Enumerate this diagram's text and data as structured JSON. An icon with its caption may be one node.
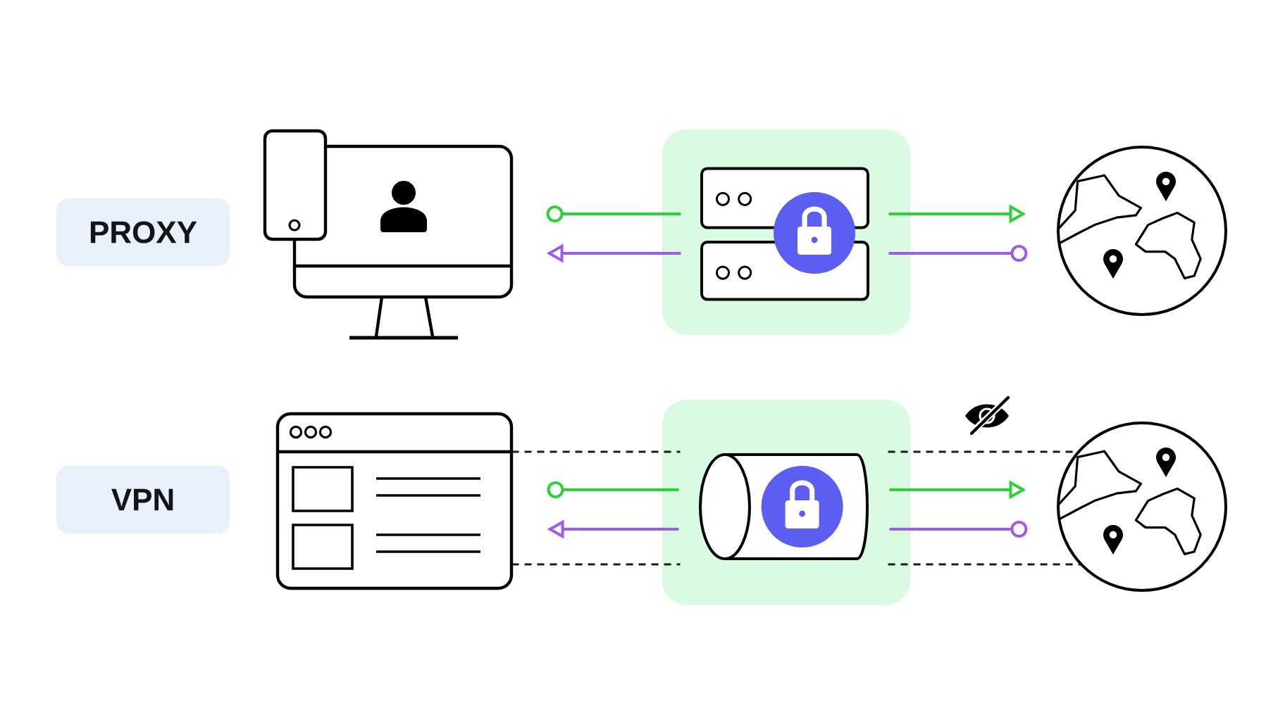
{
  "diagram": {
    "nodes": [
      {
        "text": [
          "PROXY"
        ]
      },
      {
        "text": [],
        "shape": "picture"
      },
      {
        "text": [],
        "shape": "box"
      },
      {
        "text": [],
        "shape": "picture",
        "in": 2
      },
      {
        "text": [],
        "shape": "picture"
      },
      {
        "text": [
          "VPN"
        ]
      },
      {
        "text": [],
        "shape": "picture"
      },
      {
        "text": [],
        "shape": "box"
      },
      {
        "text": [],
        "shape": "cylinder",
        "in": 7
      },
      {
        "text": [],
        "shape": "picture"
      }
    ],
    "edges": [
      {
        "from": 1,
        "to": 3,
        "arrow": "other",
        "color": "#2fcf3a"
      },
      {
        "from": 3,
        "to": 1,
        "arrow": "to",
        "color": "#9d5ce8"
      },
      {
        "from": 3,
        "to": 4,
        "arrow": "to",
        "color": "#2fcf3a"
      },
      {
        "from": 4,
        "to": 3,
        "arrow": "other",
        "color": "#9d5ce8"
      },
      {
        "from": 6,
        "to": 8,
        "arrow": "none",
        "style": "dashed",
        "color": "#1a1a1a"
      },
      {
        "from": 6,
        "to": 8,
        "arrow": "other",
        "color": "#2fcf3a"
      },
      {
        "from": 8,
        "to": 6,
        "arrow": "to",
        "color": "#9d5ce8"
      },
      {
        "from": 6,
        "to": 8,
        "arrow": "none",
        "style": "dashed",
        "color": "#1a1a1a"
      },
      {
        "from": 8,
        "to": 9,
        "arrow": "none",
        "style": "dashed",
        "color": "#1a1a1a"
      },
      {
        "from": 8,
        "to": 9,
        "arrow": "to",
        "color": "#2fcf3a"
      },
      {
        "from": 9,
        "to": 8,
        "arrow": "other",
        "color": "#9d5ce8"
      },
      {
        "from": 8,
        "to": 9,
        "arrow": "none",
        "style": "dashed",
        "color": "#1a1a1a"
      }
    ]
  }
}
